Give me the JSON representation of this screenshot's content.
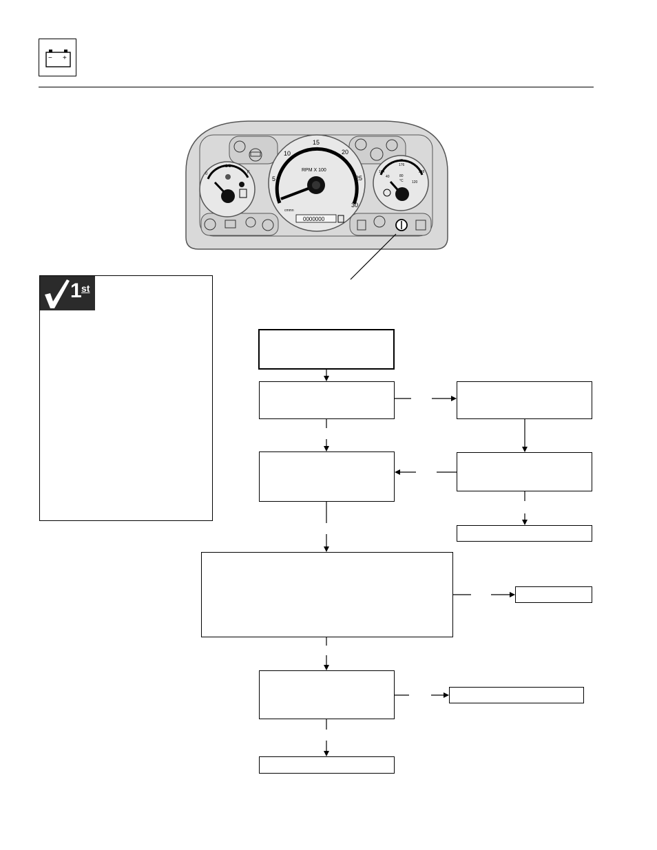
{
  "header": {
    "icon": "battery-icon",
    "battery_minus": "−",
    "battery_plus": "+"
  },
  "dashboard": {
    "tachometer": {
      "label": "RPM X 100",
      "ticks": [
        "5",
        "10",
        "15",
        "20",
        "25",
        "30"
      ],
      "odometer": "0000000",
      "icon_label": "cmmn"
    },
    "fuel_gauge": {
      "ticks": [
        "0",
        "1/2",
        "F"
      ]
    },
    "temp_gauge": {
      "fahrenheit_unit": "°F",
      "fahrenheit_ticks": [
        "104",
        "176",
        "248"
      ],
      "celsius_unit": "°C",
      "celsius_ticks": [
        "40",
        "80",
        "120"
      ]
    }
  },
  "checklist": {
    "badge": "1",
    "badge_sup": "st"
  },
  "colors": {
    "panel_fill": "#d9d9d9",
    "panel_stroke": "#555555",
    "badge_fill": "#2b2b2b"
  }
}
